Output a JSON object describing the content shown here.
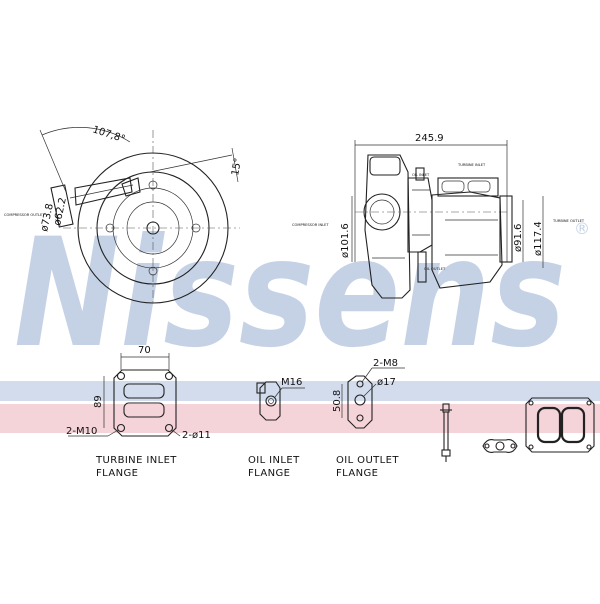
{
  "brand": {
    "watermark": "Nissens",
    "registered_mark": "®",
    "watermark_color": "#c5d2e6",
    "band_blue": "#d2dced",
    "band_pink": "#f4d3d9"
  },
  "front_view": {
    "angle_1": "107,8°",
    "angle_2": "15°",
    "dim_outer": "ø73.8",
    "dim_inner": "ø62.2",
    "compressor_outlet": "COMPRESSOR OUTLET"
  },
  "side_view": {
    "overall_length": "245.9",
    "dim_compressor_inlet": "ø101.6",
    "dim_turbine_a": "ø91.6",
    "dim_turbine_b": "ø117.4",
    "compressor_inlet": "COMPRESSOR INLET",
    "turbine_inlet": "TURBINE INLET",
    "turbine_outlet": "TURBINE OUTLET",
    "oil_inlet": "OIL INLET",
    "oil_outlet": "OIL OUTLET"
  },
  "turbine_flange": {
    "width": "70",
    "height": "89",
    "thread": "2-M10",
    "holes": "2-ø11",
    "caption_line1": "TURBINE INLET",
    "caption_line2": "FLANGE"
  },
  "oil_inlet_flange": {
    "thread": "M16",
    "caption_line1": "OIL INLET",
    "caption_line2": "FLANGE"
  },
  "oil_outlet_flange": {
    "thread": "2-M8",
    "hole": "ø17",
    "spacing": "50.8",
    "caption_line1": "OIL OUTLET",
    "caption_line2": "FLANGE"
  },
  "kit_items": [
    {
      "name": "oil-feed-pipe"
    },
    {
      "name": "oil-outlet-gasket"
    },
    {
      "name": "turbine-inlet-gasket"
    }
  ]
}
